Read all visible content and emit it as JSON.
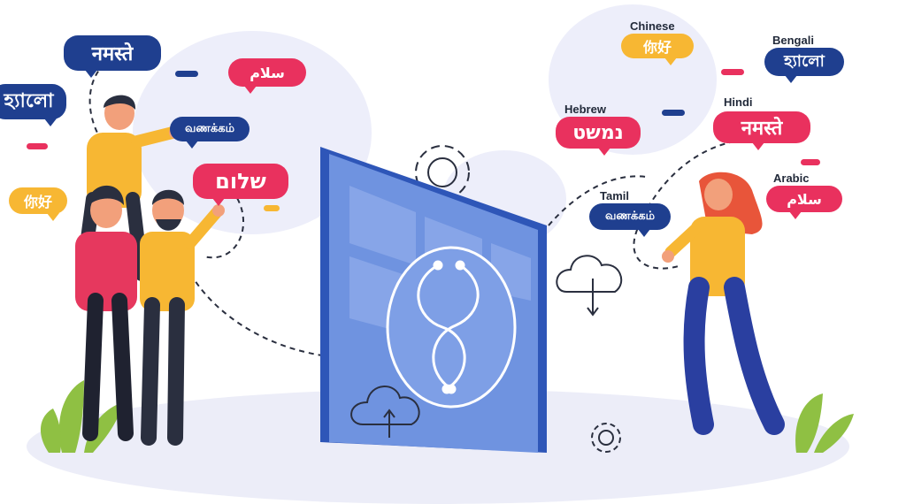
{
  "labels": {
    "chinese": "Chinese",
    "bengali": "Bengali",
    "hebrew": "Hebrew",
    "hindi": "Hindi",
    "tamil": "Tamil",
    "arabic": "Arabic"
  },
  "bubbles": {
    "hindi_left": "नमस्ते",
    "bengali_left": "হ্যালো",
    "arabic_left": "سلام",
    "tamil_left": "வணக்கம்",
    "chinese_left": "你好",
    "hebrew_left": "שלום",
    "chinese_right": "你好",
    "bengali_right": "হ্যালো",
    "hebrew_right": "נמשט",
    "hindi_right": "नमस्ते",
    "tamil_right": "வணக்கம்",
    "arabic_right": "سلام"
  },
  "colors": {
    "navy": "#1f3f8f",
    "pink": "#e9315e",
    "yellow": "#f7b733",
    "screen": "#5b7fd6",
    "background_blob": "#edeefa"
  }
}
